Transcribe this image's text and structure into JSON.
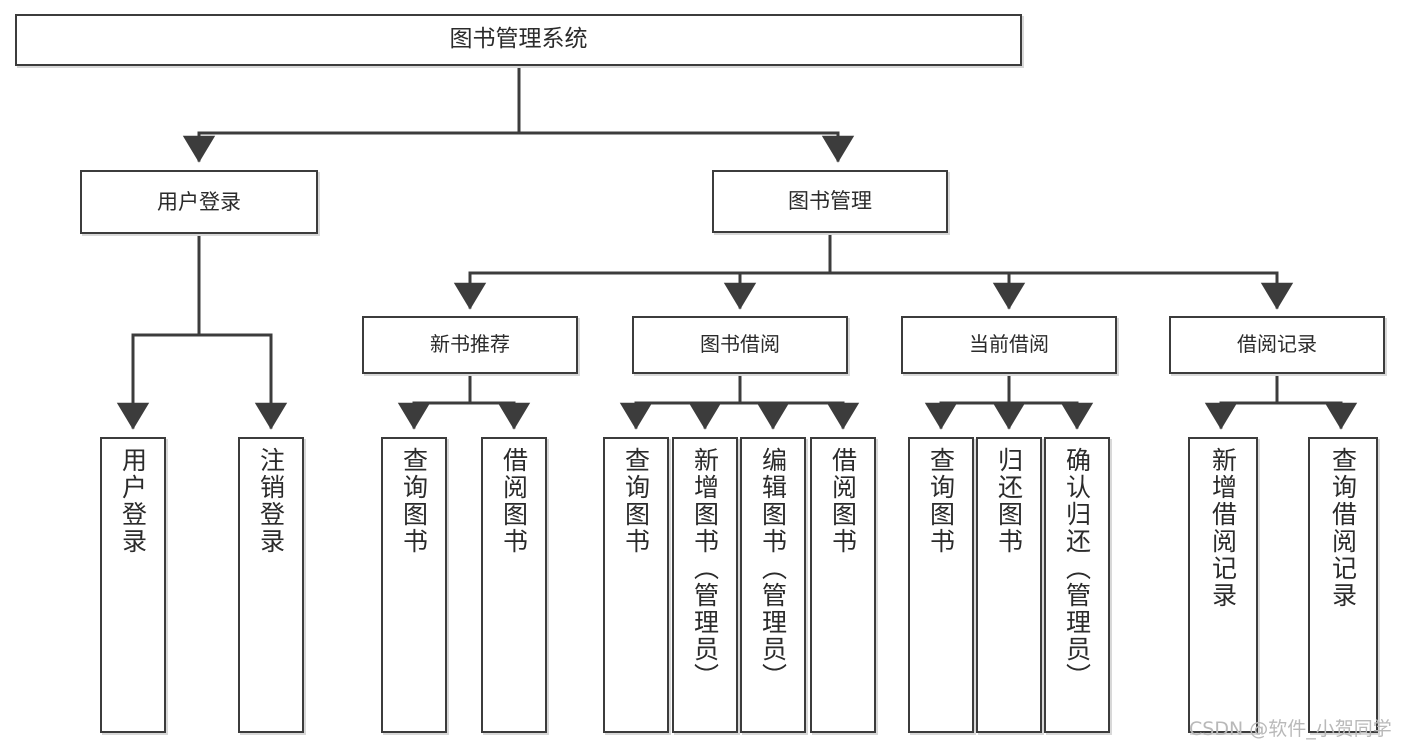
{
  "diagram": {
    "type": "tree",
    "title": "图书管理系统",
    "watermark": "CSDN @软件_小贺同学",
    "colors": {
      "background": "#ffffff",
      "line": "#3c3c3c",
      "box_border": "#3c3c3c",
      "box_fill": "#ffffff",
      "shadow": "#d8d8d8",
      "watermark": "#b9b9b9"
    },
    "root": {
      "label": "图书管理系统"
    },
    "level2": [
      {
        "id": "user-login",
        "label": "用户登录"
      },
      {
        "id": "book-manage",
        "label": "图书管理"
      }
    ],
    "level3": [
      {
        "id": "new-book-recommend",
        "label": "新书推荐",
        "parent": "book-manage"
      },
      {
        "id": "book-borrow",
        "label": "图书借阅",
        "parent": "book-manage"
      },
      {
        "id": "current-borrow",
        "label": "当前借阅",
        "parent": "book-manage"
      },
      {
        "id": "borrow-record",
        "label": "借阅记录",
        "parent": "book-manage"
      }
    ],
    "leaves": [
      {
        "id": "leaf-user-login",
        "label": "用户登录",
        "parent": "user-login"
      },
      {
        "id": "leaf-user-logout",
        "label": "注销登录",
        "parent": "user-login"
      },
      {
        "id": "leaf-query-book-1",
        "label": "查询图书",
        "parent": "new-book-recommend"
      },
      {
        "id": "leaf-borrow-book-1",
        "label": "借阅图书",
        "parent": "new-book-recommend"
      },
      {
        "id": "leaf-query-book-2",
        "label": "查询图书",
        "parent": "book-borrow"
      },
      {
        "id": "leaf-add-book",
        "label": "新增图书（管理员）",
        "parent": "book-borrow"
      },
      {
        "id": "leaf-edit-book",
        "label": "编辑图书（管理员）",
        "parent": "book-borrow"
      },
      {
        "id": "leaf-borrow-book-2",
        "label": "借阅图书",
        "parent": "book-borrow"
      },
      {
        "id": "leaf-query-book-3",
        "label": "查询图书",
        "parent": "current-borrow"
      },
      {
        "id": "leaf-return-book",
        "label": "归还图书",
        "parent": "current-borrow"
      },
      {
        "id": "leaf-confirm-return",
        "label": "确认归还（管理员）",
        "parent": "current-borrow"
      },
      {
        "id": "leaf-add-record",
        "label": "新增借阅记录",
        "parent": "borrow-record"
      },
      {
        "id": "leaf-query-record",
        "label": "查询借阅记录",
        "parent": "borrow-record"
      }
    ]
  }
}
